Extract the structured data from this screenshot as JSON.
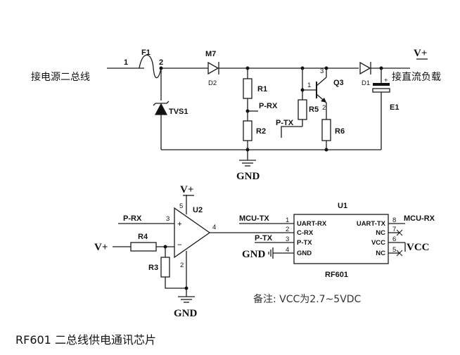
{
  "top": {
    "input_label": "接电源二总线",
    "output_label": "接直流负载",
    "node1": "1",
    "node2": "2",
    "f1": "F1",
    "m7": "M7",
    "d2": "D2",
    "tvs1": "TVS1",
    "r1": "R1",
    "r2": "R2",
    "p_rx": "P-RX",
    "p_tx": "P-TX",
    "r5": "R5",
    "r6": "R6",
    "q3": "Q3",
    "q3_pin1": "1",
    "q3_pin2": "2",
    "q3_pin3": "3",
    "d1": "D1",
    "e1": "E1",
    "e1_plus": "+",
    "vplus": "V+",
    "gnd": "GND"
  },
  "bottom": {
    "u2": "U2",
    "u2_vplus": "V+",
    "u2_pin5": "5",
    "u2_pin3": "3",
    "u2_pin4": "4",
    "u2_pin2": "2",
    "u2_plus": "+",
    "u2_minus": "−",
    "p_rx": "P-RX",
    "r4": "R4",
    "r3": "R3",
    "vplus_in": "V+",
    "gnd": "GND",
    "u1": "U1",
    "u1_part": "RF601",
    "mcu_tx_left": "MCU-TX",
    "p_tx": "P-TX",
    "gnd_left": "GND",
    "mcu_rx_right": "MCU-RX",
    "vcc_right": "VCC",
    "pins_left": [
      {
        "num": "1",
        "name": "UART-RX"
      },
      {
        "num": "2",
        "name": "C-RX"
      },
      {
        "num": "3",
        "name": "P-TX"
      },
      {
        "num": "4",
        "name": "GND"
      }
    ],
    "pins_right": [
      {
        "num": "8",
        "name": "UART-TX"
      },
      {
        "num": "7",
        "name": "NC"
      },
      {
        "num": "6",
        "name": "VCC"
      },
      {
        "num": "5",
        "name": "NC"
      }
    ],
    "note": "备注:  VCC为2.7~5VDC"
  },
  "caption": "RF601 二总线供电通讯芯片"
}
